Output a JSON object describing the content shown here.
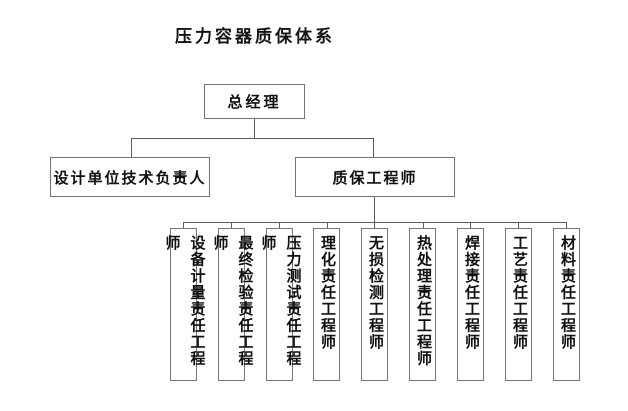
{
  "title": "压力容器质保体系",
  "org": {
    "root": {
      "label": "总经理"
    },
    "level2": [
      {
        "label": "设计单位技术负责人"
      },
      {
        "label": "质保工程师"
      }
    ],
    "leaves": [
      {
        "label": "设备计量责任工程师"
      },
      {
        "label": "最终检验责任工程师"
      },
      {
        "label": "压力测试责任工程师"
      },
      {
        "label": "理化责任工程师"
      },
      {
        "label": "无损检测工程师"
      },
      {
        "label": "热处理责任工程师"
      },
      {
        "label": "焊接责任工程师"
      },
      {
        "label": "工艺责任工程师"
      },
      {
        "label": "材料责任工程师"
      }
    ]
  }
}
